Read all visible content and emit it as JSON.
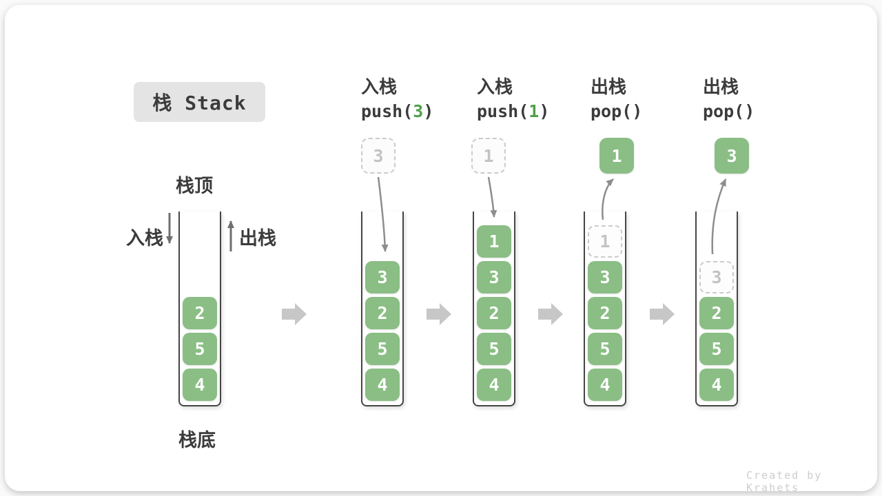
{
  "title": "栈 Stack",
  "side_labels": {
    "stack_top": "栈顶",
    "stack_bottom": "栈底",
    "push": "入栈",
    "pop": "出栈"
  },
  "steps": [
    {
      "op": "入栈",
      "code_pre": "push(",
      "code_arg": "3",
      "code_post": ")",
      "floating": "3",
      "floating_type": "dashed"
    },
    {
      "op": "入栈",
      "code_pre": "push(",
      "code_arg": "1",
      "code_post": ")",
      "floating": "1",
      "floating_type": "dashed"
    },
    {
      "op": "出栈",
      "code_pre": "pop(",
      "code_arg": "",
      "code_post": ")",
      "floating": "1",
      "floating_type": "solid"
    },
    {
      "op": "出栈",
      "code_pre": "pop(",
      "code_arg": "",
      "code_post": ")",
      "floating": "3",
      "floating_type": "solid"
    }
  ],
  "stacks": [
    {
      "tiles": [
        "2",
        "5",
        "4"
      ]
    },
    {
      "tiles": [
        "3",
        "2",
        "5",
        "4"
      ]
    },
    {
      "tiles": [
        "1",
        "3",
        "2",
        "5",
        "4"
      ]
    },
    {
      "ghost": "1",
      "tiles": [
        "3",
        "2",
        "5",
        "4"
      ]
    },
    {
      "ghost": "3",
      "tiles": [
        "2",
        "5",
        "4"
      ]
    }
  ],
  "watermark": "Created by Krahets",
  "colors": {
    "tile_green": "#8abe84",
    "code_arg_green": "#50a04b",
    "text_dark": "#3b3b3b",
    "title_bg": "#e4e4e4",
    "ghost_gray": "#c3c3c3",
    "arrow_gray": "#8d8d8d",
    "direction_arrow_gray": "#6f6f6f",
    "block_arrow_gray": "#c7c7c7",
    "watermark_gray": "#cdcdcd"
  }
}
